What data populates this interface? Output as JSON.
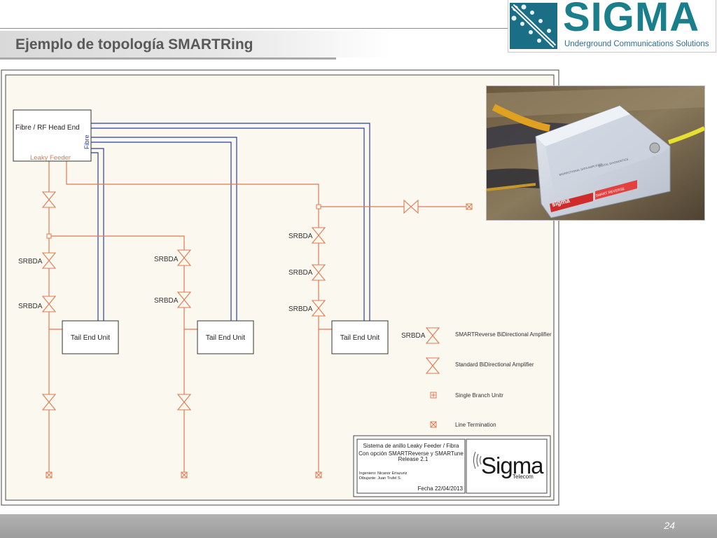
{
  "slide": {
    "title": "Ejemplo de topología SMARTRing",
    "page_number": "24"
  },
  "logo": {
    "name": "SIGMA",
    "tagline": "Underground Communications Solutions",
    "accent_color": "#1a7f8a"
  },
  "diagram": {
    "head_end": {
      "title": "Fibre / RF Head End",
      "fibre_label": "Fibre",
      "leaky_feeder_label": "Leaky Feeder"
    },
    "tail_end_units": [
      "Tail End Unit",
      "Tail End Unit",
      "Tail End Unit"
    ],
    "amplifier_labels": {
      "b1_upper": "SRBDA",
      "b1_lower": "SRBDA",
      "b2_upper": "SRBDA",
      "b2_lower": "SRBDA",
      "b3_top": "SRBDA",
      "b3_mid": "SRBDA",
      "b3_bottom": "SRBDA"
    },
    "legend": {
      "srbda_code": "SRBDA",
      "smart_reverse": "SMARTReverse BiDirectional Amplifier",
      "standard": "Standard BiDirectional Amplifier",
      "single_branch": "Single Branch Unitr",
      "line_termination": "Line Termination"
    },
    "title_block": {
      "line1": "Sistema de anillo Leaky Feeder / Fibra",
      "line2": "Con opción SMARTReverse y SMARTune",
      "release": "Release 2.1",
      "engineer": "Ingeniero: Nicanor Errazuriz",
      "drawn_by": "Dibujante: Juan Trufel S.",
      "date": "Fecha 22/04/2013",
      "company": "Sigma",
      "company_sub": "Telecom"
    },
    "colors": {
      "feeder_line": "#e07a50",
      "fibre_line": "#2a3fa8",
      "paper": "#fbf8ef"
    }
  },
  "photo": {
    "device_brand": "sigma",
    "device_label": "SMART REVERSE",
    "panel_text_1": "BIDIRECTIONAL DATA AMPLIFIER",
    "panel_text_2": "DIGITAL DIAGNOSTICS"
  }
}
